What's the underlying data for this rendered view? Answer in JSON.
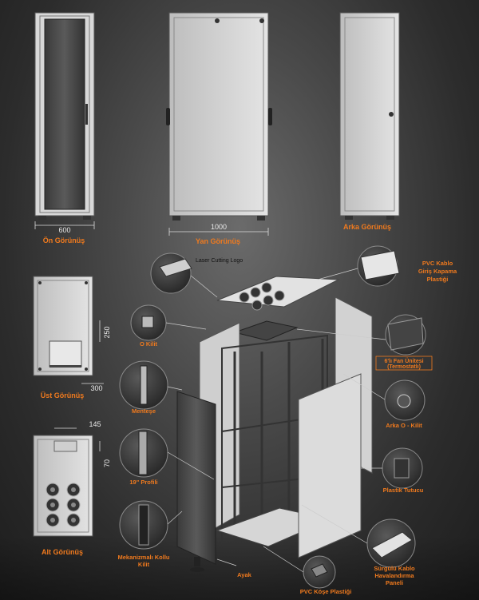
{
  "views": {
    "front_label": "Ön Görünüş",
    "front_width": "600",
    "side_label": "Yan Görünüş",
    "side_depth": "1000",
    "back_label": "Arka Görünüş",
    "top_label": "Üst Görünüş",
    "top_dim_a": "250",
    "top_dim_b": "300",
    "bottom_label": "Alt Görünüş",
    "bottom_dim_a": "145",
    "bottom_dim_b": "70"
  },
  "parts": {
    "laser_logo": "Laser Cutting Logo",
    "pvc_cable_1": "PVC Kablo",
    "pvc_cable_2": "Giriş Kapama",
    "pvc_cable_3": "Plastiği",
    "o_lock": "O Kilit",
    "fan_unit_1": "6'lı Fan Ünitesi",
    "fan_unit_2": "(Termostatlı)",
    "hinge": "Menteşe",
    "back_lock": "Arka O - Kilit",
    "profile": "19\" Profili",
    "plastic_holder": "Plastik Tutucu",
    "mech_lock_1": "Mekanizmalı Kollu",
    "mech_lock_2": "Kilit",
    "foot": "Ayak",
    "corner_1": "PVC Köşe Plastiği",
    "vent_1": "Sürgülü Kablo",
    "vent_2": "Havalandırma",
    "vent_3": "Paneli"
  }
}
